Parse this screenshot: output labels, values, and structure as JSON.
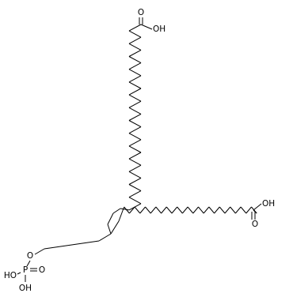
{
  "labels": {
    "top_acid_oxygen": "O",
    "top_acid_hydroxyl": "OH",
    "right_acid_oxygen": "O",
    "right_acid_hydroxyl": "OH",
    "ester_oxygen": "O",
    "phosphorus": "P",
    "phosphate_double_oxygen": "O",
    "phosphate_hydroxyl_left": "HO",
    "phosphate_hydroxyl_bottom": "OH"
  },
  "colors": {
    "bond": "#000000",
    "background": "#ffffff"
  }
}
